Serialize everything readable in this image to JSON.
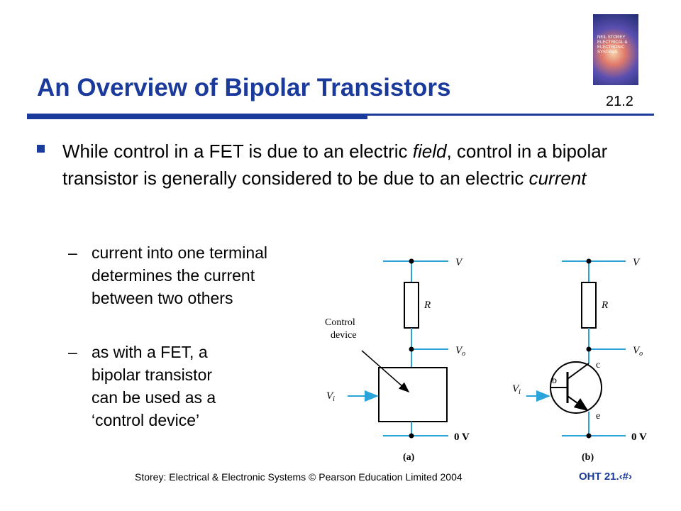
{
  "title": "An Overview of Bipolar Transistors",
  "section_number": "21.2",
  "cover_text": "NEIL STOREY ELECTRICAL & ELECTRONIC SYSTEMS",
  "bullet": {
    "pre": "While control in a FET is due to an electric ",
    "em1": "field",
    "mid": ", control in a bipolar transistor is generally considered to be due to an electric ",
    "em2": "current"
  },
  "subbullets": {
    "dash": "–",
    "one": [
      "current into one terminal",
      "determines the current",
      "between two others"
    ],
    "two": [
      "as with a FET, a",
      "bipolar transistor",
      "can be used as a",
      "‘control device’"
    ]
  },
  "diagram": {
    "left": {
      "v_label": "V",
      "r_label": "R",
      "vo_label": "Vo",
      "vo_main": "V",
      "vo_sub": "o",
      "vi_main": "V",
      "vi_sub": "i",
      "zero_label": "0 V",
      "device_label_1": "Control",
      "device_label_2": "device",
      "caption": "(a)"
    },
    "right": {
      "v_label": "V",
      "r_label": "R",
      "vo_main": "V",
      "vo_sub": "o",
      "vi_main": "V",
      "vi_sub": "i",
      "b_label": "b",
      "c_label": "c",
      "e_label": "e",
      "zero_label": "0 V",
      "caption": "(b)"
    }
  },
  "footer": "Storey: Electrical & Electronic Systems © Pearson Education Limited 2004",
  "oht": "OHT 21.‹#›",
  "colors": {
    "title": "#1a3a9c",
    "wire": "#29a3d9"
  }
}
